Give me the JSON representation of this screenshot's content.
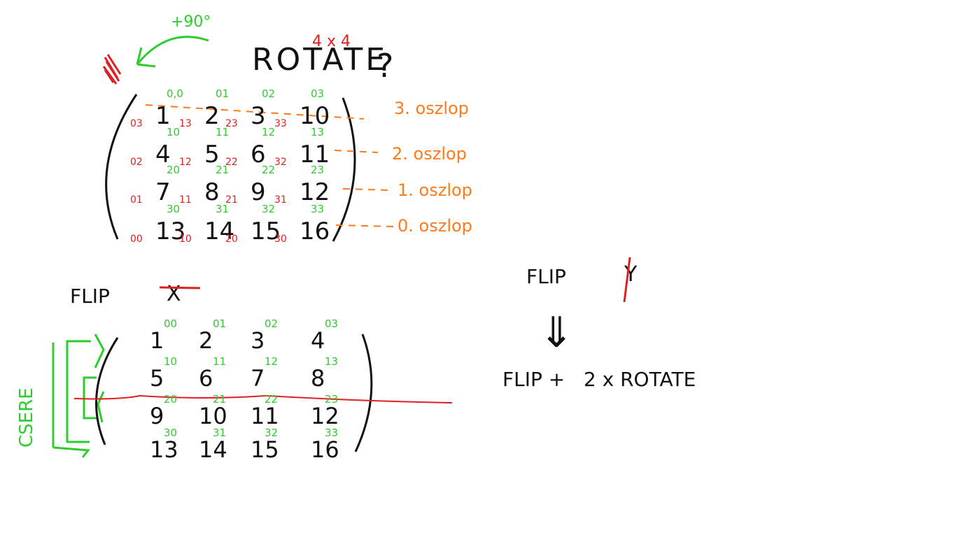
{
  "colors": {
    "ink": "#111111",
    "green": "#2ecc2e",
    "red": "#e02020",
    "orange": "#ff7a1a"
  },
  "top": {
    "title": "ROTATE",
    "title_mark": "?",
    "size_note": "4 x 4",
    "angle_note": "+90°",
    "matrix": [
      [
        "1",
        "2",
        "3",
        "10"
      ],
      [
        "4",
        "5",
        "6",
        "11"
      ],
      [
        "7",
        "8",
        "9",
        "12"
      ],
      [
        "13",
        "14",
        "15",
        "16"
      ]
    ],
    "green_indices": [
      [
        "0,0",
        "01",
        "02",
        "03"
      ],
      [
        "10",
        "11",
        "12",
        "13"
      ],
      [
        "20",
        "21",
        "22",
        "23"
      ],
      [
        "30",
        "31",
        "32",
        "33"
      ]
    ],
    "red_indices": [
      [
        "03",
        "13",
        "23",
        "33"
      ],
      [
        "02",
        "12",
        "22",
        "32"
      ],
      [
        "01",
        "11",
        "21",
        "31"
      ],
      [
        "00",
        "10",
        "20",
        "30"
      ]
    ],
    "column_labels": [
      "3. oszlop",
      "2. oszlop",
      "1. oszlop",
      "0. oszlop"
    ]
  },
  "bottom": {
    "flip_label": "FLIP",
    "flip_axis": "X",
    "side_label": "CSERE",
    "matrix": [
      [
        "1",
        "2",
        "3",
        "4"
      ],
      [
        "5",
        "6",
        "7",
        "8"
      ],
      [
        "9",
        "10",
        "11",
        "12"
      ],
      [
        "13",
        "14",
        "15",
        "16"
      ]
    ],
    "green_indices": [
      [
        "00",
        "01",
        "02",
        "03"
      ],
      [
        "10",
        "11",
        "12",
        "13"
      ],
      [
        "20",
        "21",
        "22",
        "23"
      ],
      [
        "30",
        "31",
        "32",
        "33"
      ]
    ]
  },
  "right": {
    "flip_label": "FLIP",
    "flip_axis": "Y",
    "arrow": "⇓",
    "result_label": "FLIP +   2 x ROTATE"
  }
}
